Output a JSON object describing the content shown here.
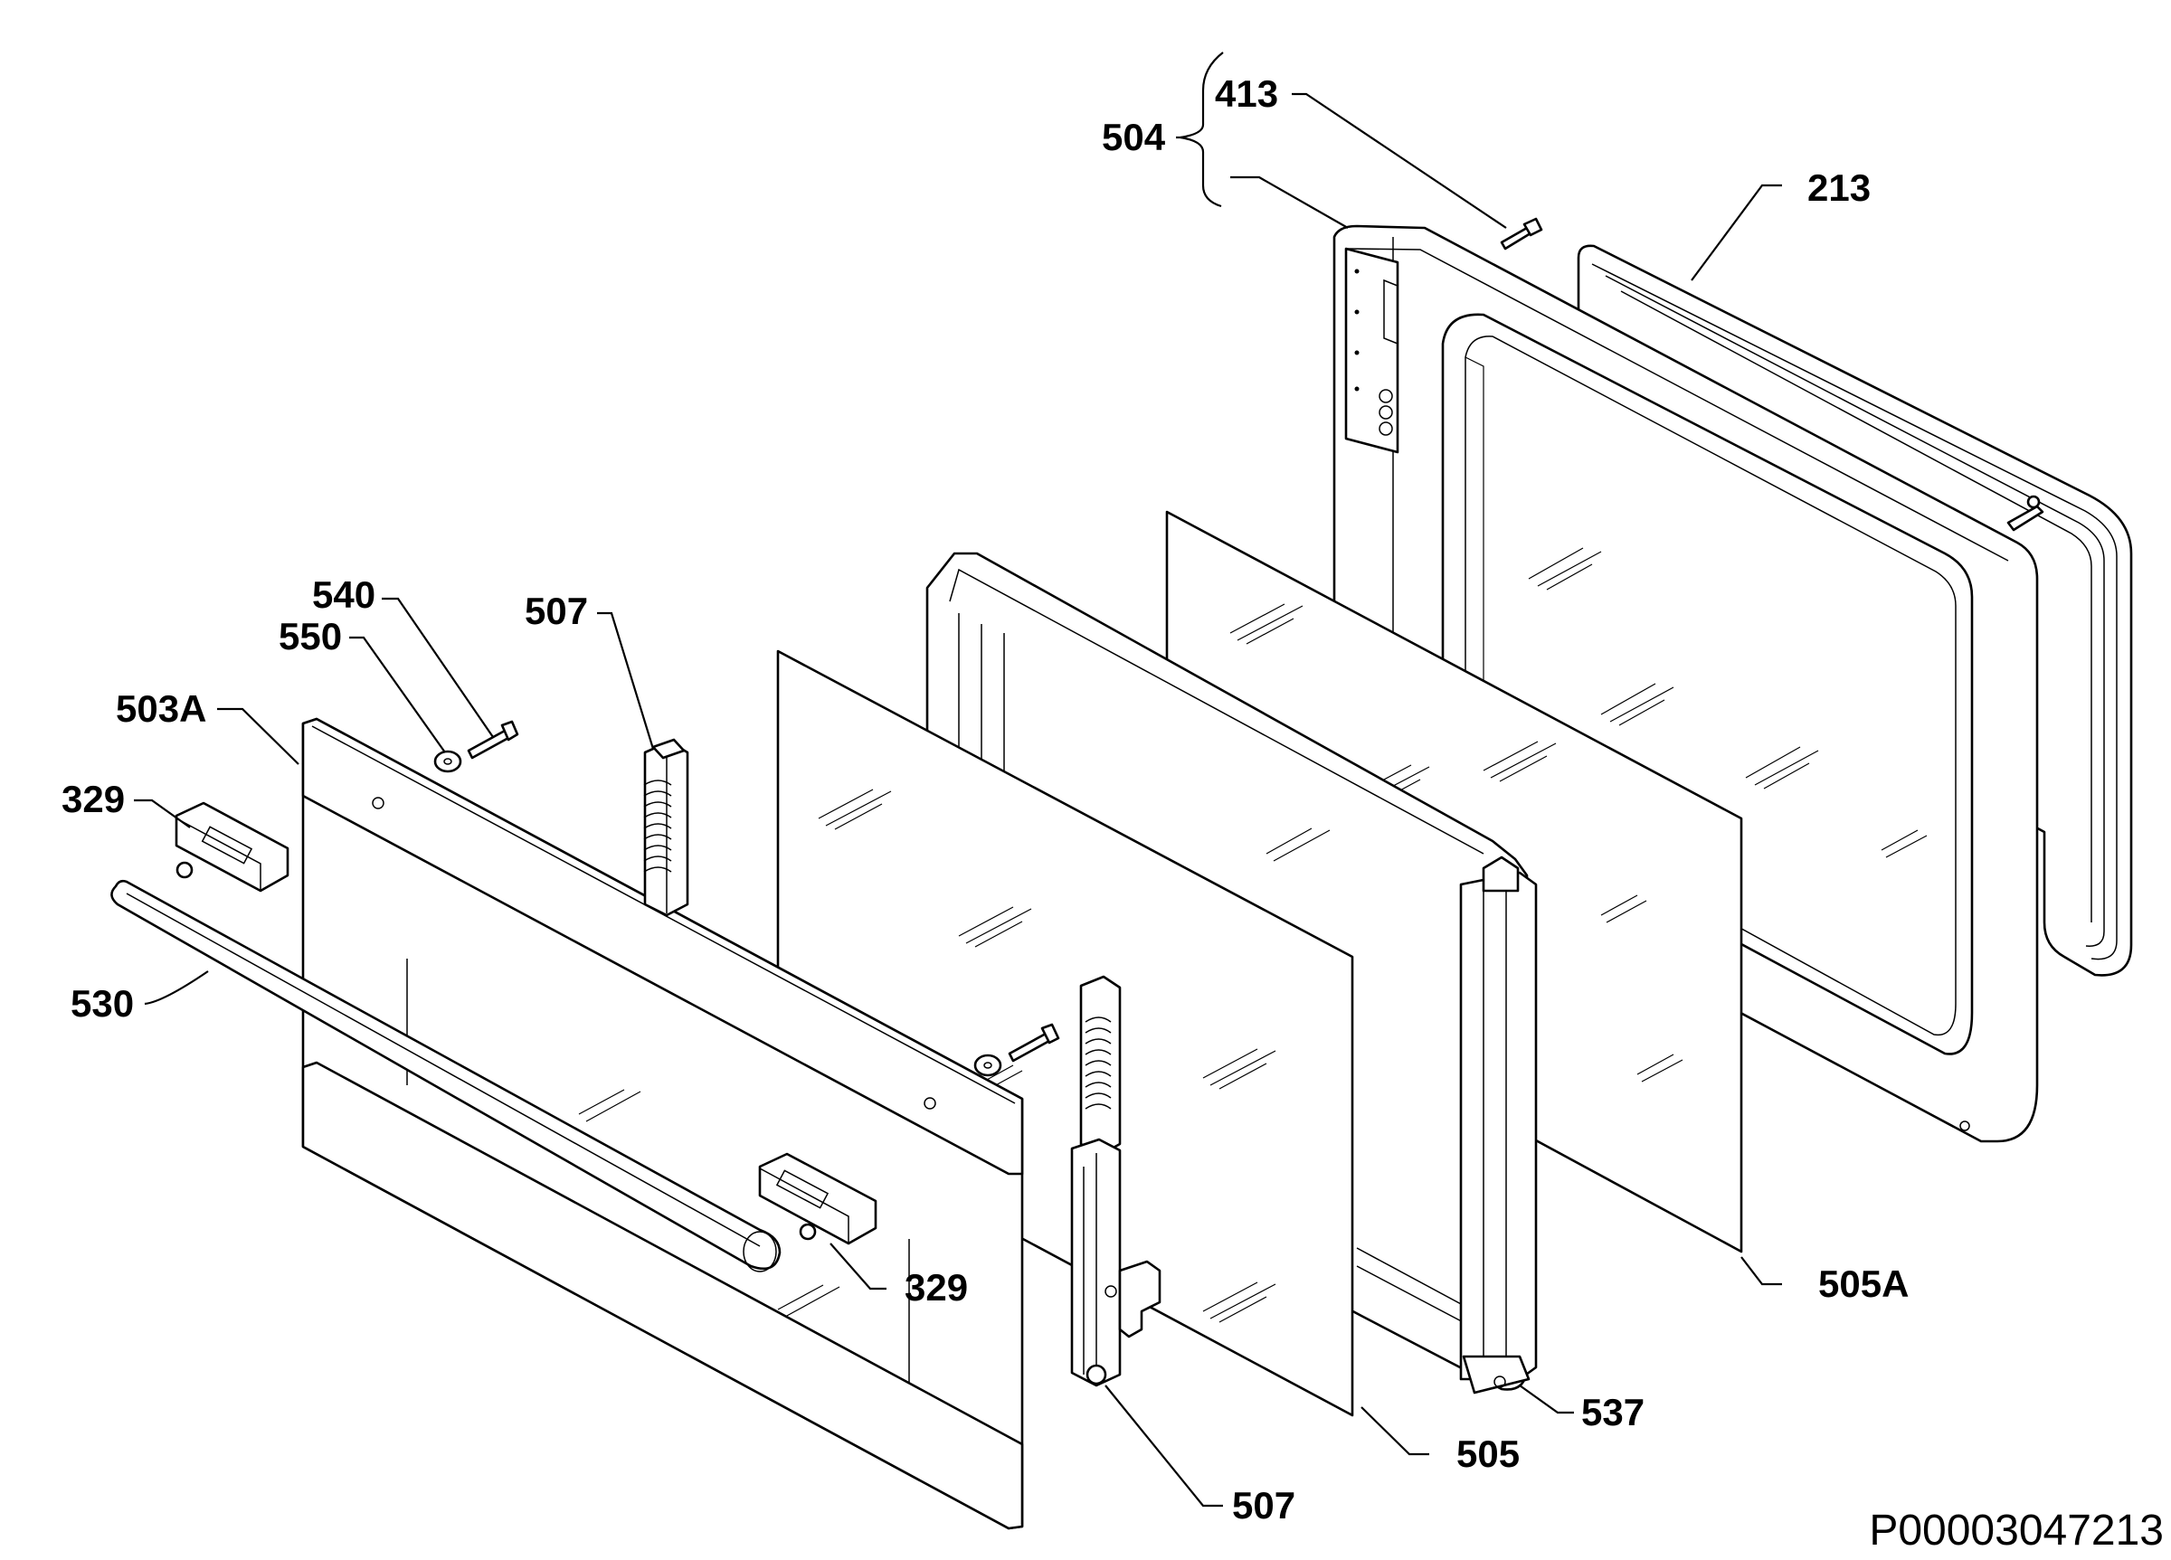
{
  "diagram": {
    "document_id": "P00003047213",
    "callouts": {
      "c504": "504",
      "c413": "413",
      "c213": "213",
      "c540": "540",
      "c550": "550",
      "c507_top": "507",
      "c503A": "503A",
      "c329_left": "329",
      "c530": "530",
      "c329_right": "329",
      "c505A": "505A",
      "c537": "537",
      "c505": "505",
      "c507_bottom": "507"
    }
  }
}
